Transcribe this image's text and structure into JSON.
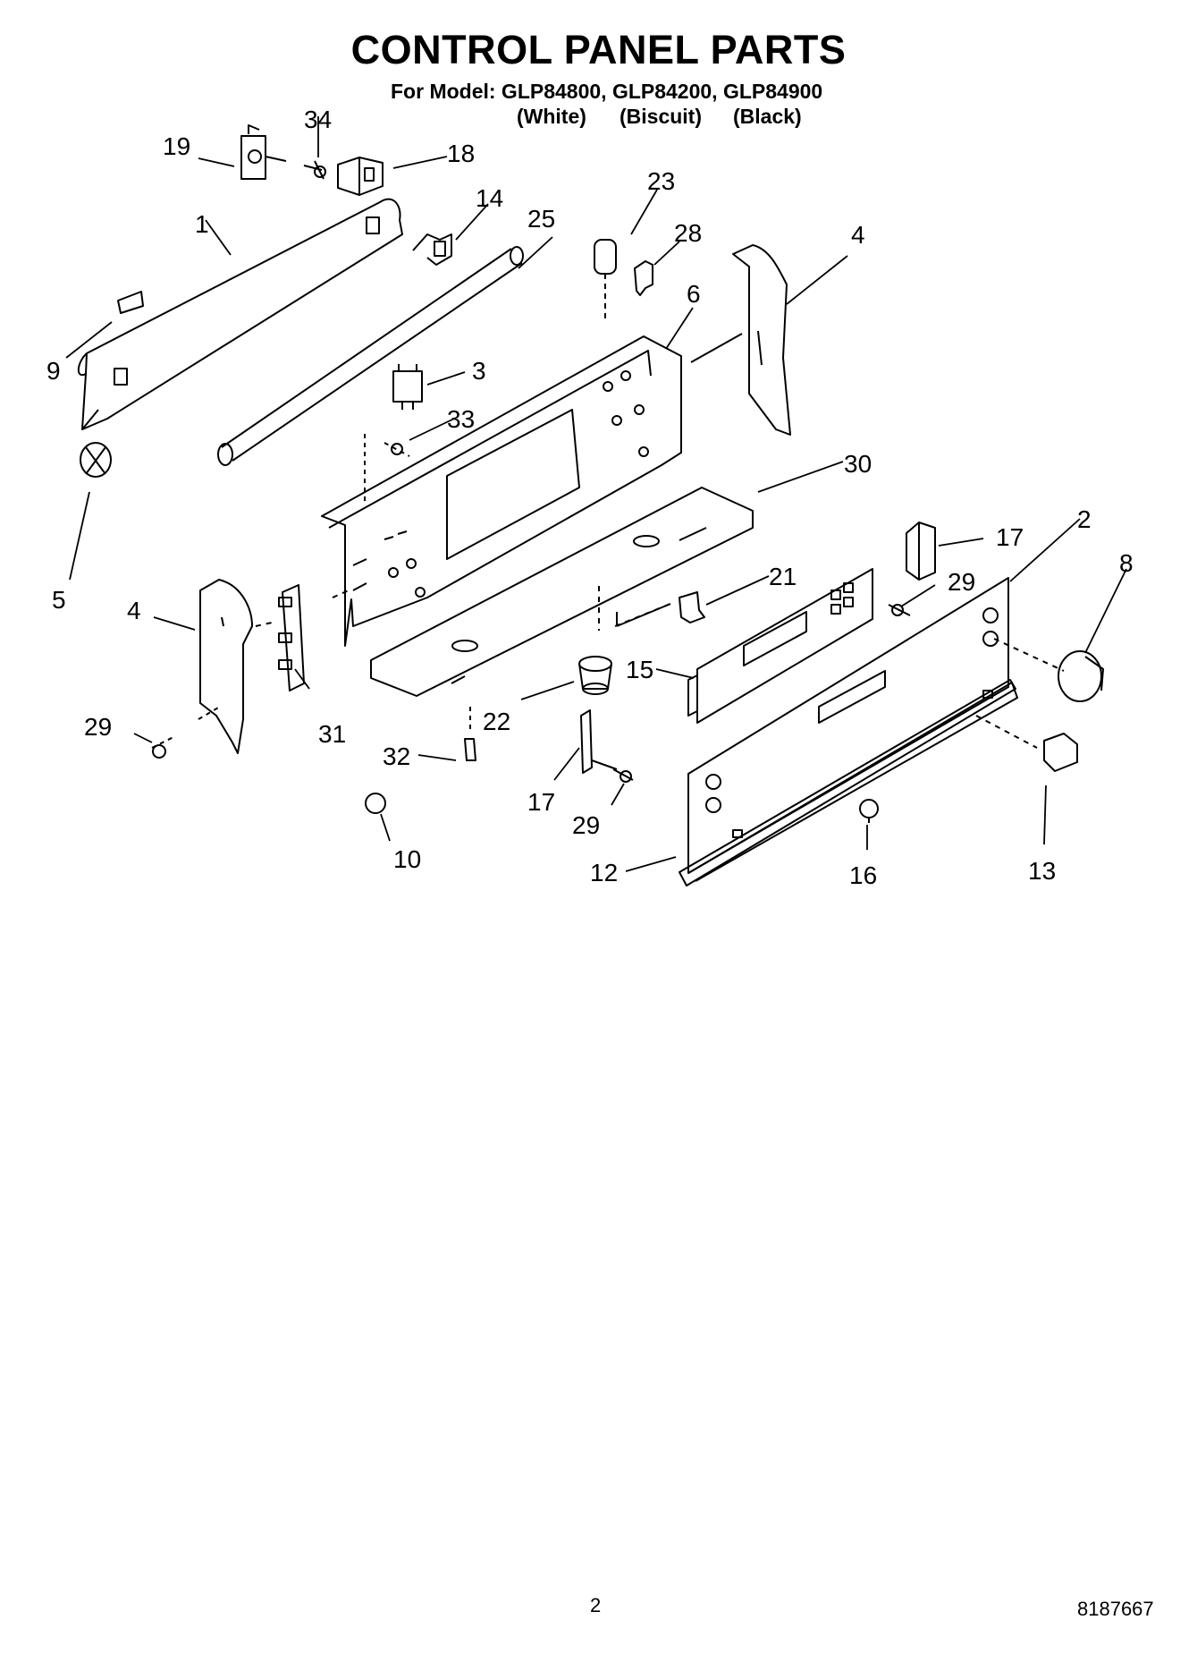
{
  "header": {
    "title": "CONTROL PANEL PARTS",
    "subtitle": "For Model: GLP84800, GLP84200, GLP84900",
    "variants": [
      "(White)",
      "(Biscuit)",
      "(Black)"
    ]
  },
  "callouts": [
    "19",
    "34",
    "18",
    "14",
    "25",
    "23",
    "28",
    "4",
    "1",
    "6",
    "9",
    "3",
    "33",
    "5",
    "30",
    "17",
    "2",
    "8",
    "21",
    "29",
    "4",
    "15",
    "31",
    "22",
    "29",
    "32",
    "17",
    "29",
    "10",
    "12",
    "16",
    "13"
  ],
  "footer": {
    "page": "2",
    "doc_number": "8187667"
  }
}
